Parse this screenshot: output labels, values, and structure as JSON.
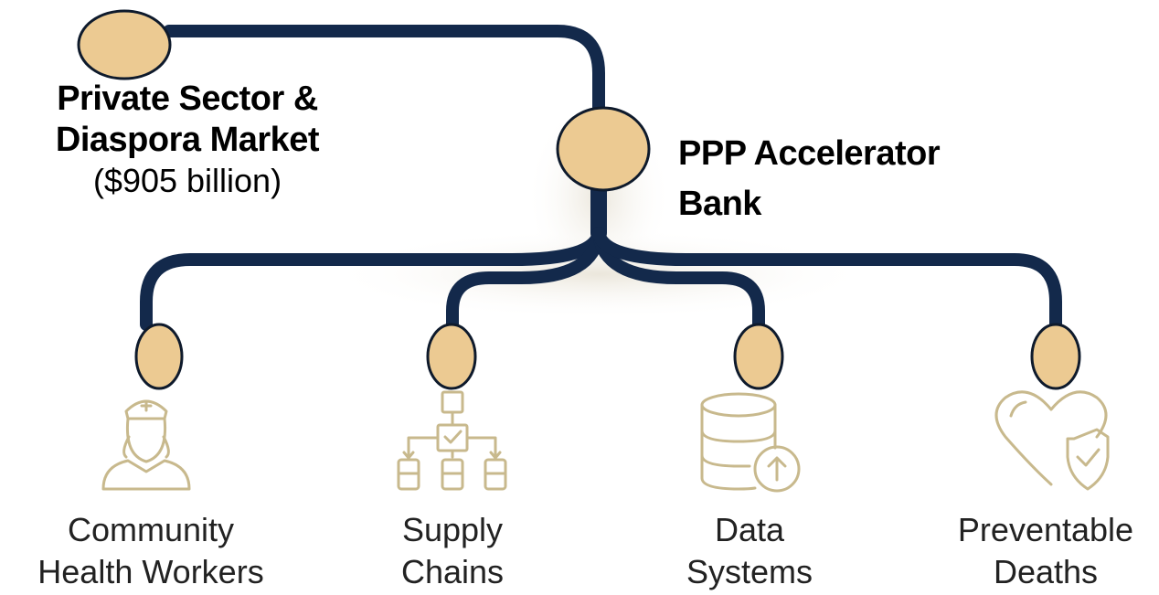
{
  "source": {
    "title_line1": "Private Sector &",
    "title_line2": "Diaspora Market",
    "subtitle": "($905 billion)"
  },
  "hub": {
    "title_line1": "PPP Accelerator",
    "title_line2": "Bank"
  },
  "leaves": [
    {
      "line1": "Community",
      "line2": "Health Workers",
      "icon": "health-worker-icon"
    },
    {
      "line1": "Supply",
      "line2": "Chains",
      "icon": "flowchart-icon"
    },
    {
      "line1": "Data",
      "line2": "Systems",
      "icon": "database-upload-icon"
    },
    {
      "line1": "Preventable",
      "line2": "Deaths",
      "icon": "heart-shield-icon"
    }
  ],
  "colors": {
    "pipe": "#13294b",
    "node_fill": "#ecca92",
    "node_stroke": "#0e1a2c",
    "icon": "#c8b98d"
  }
}
